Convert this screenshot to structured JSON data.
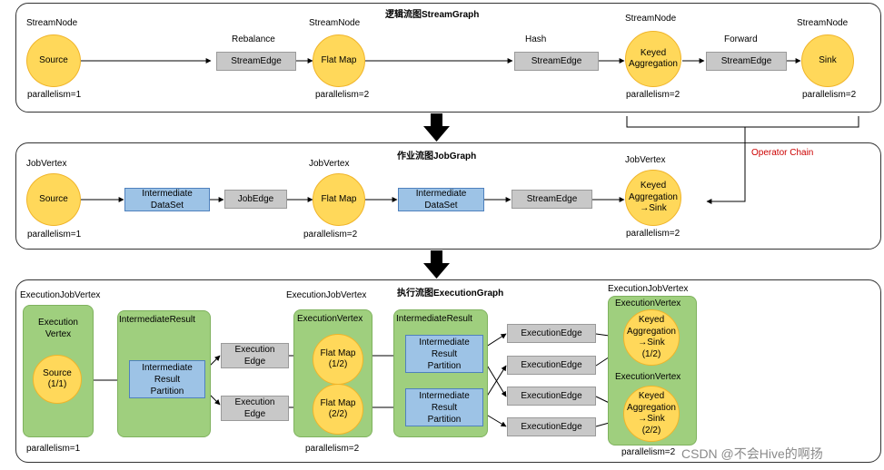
{
  "sg": {
    "title": "逻辑流图StreamGraph",
    "node_label": "StreamNode",
    "source": "Source",
    "flatmap": "Flat Map",
    "keyed": "Keyed\nAggregation",
    "sink": "Sink",
    "edge_label": "StreamEdge",
    "rebalance": "Rebalance",
    "hash": "Hash",
    "forward": "Forward",
    "par1": "parallelism=1",
    "par2": "parallelism=2"
  },
  "operator_chain": "Operator Chain",
  "jg": {
    "title": "作业流图JobGraph",
    "vertex_label": "JobVertex",
    "source": "Source",
    "flatmap": "Flat Map",
    "keyed_sink": "Keyed\nAggregation\n→Sink",
    "intermediate": "Intermediate\nDataSet",
    "jobedge": "JobEdge",
    "streamedge": "StreamEdge",
    "par1": "parallelism=1",
    "par2": "parallelism=2"
  },
  "eg": {
    "title": "执行流图ExecutionGraph",
    "ejv": "ExecutionJobVertex",
    "ev_stacked": "Execution\nVertex",
    "ev": "ExecutionVertex",
    "ir": "IntermediateResult",
    "irp": "Intermediate\nResult\nPartition",
    "edge2": "Execution\nEdge",
    "edge": "ExecutionEdge",
    "source": "Source\n(1/1)",
    "flatmap1": "Flat Map\n(1/2)",
    "flatmap2": "Flat Map\n(2/2)",
    "keyed1": "Keyed\nAggregation\n→Sink\n(1/2)",
    "keyed2": "Keyed\nAggregation\n→Sink\n(2/2)",
    "par1": "parallelism=1",
    "par2": "parallelism=2"
  },
  "watermark": "CSDN @不会Hive的啊扬",
  "colors": {
    "node_fill": "#ffd85a",
    "edge_fill": "#c8c8c8",
    "dataset_fill": "#9dc3e6",
    "group_fill": "#9fcf7e",
    "chain_text": "#cc0000"
  }
}
